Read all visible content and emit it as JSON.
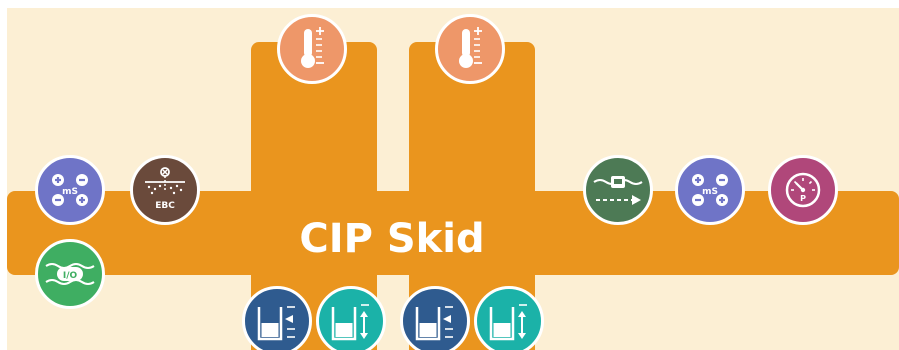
{
  "diagram": {
    "title": "CIP Skid",
    "conductivity_label_1": "mS",
    "conductivity_label_2": "mS",
    "turbidity_label": "EBC",
    "flow_switch_label": "I/O",
    "pressure_label": "P",
    "colors": {
      "background": "#fcefd4",
      "pipe": "#ea951e",
      "conductivity": "#6f74c7",
      "turbidity": "#6a4a3b",
      "flow_switch": "#3fae62",
      "temperature": "#ee9769",
      "flow_meter": "#4d7a55",
      "pressure": "#b0477a",
      "level_dark": "#2f5b8f",
      "level_teal": "#1bb2a8"
    },
    "icons": [
      "conductivity-icon",
      "turbidity-icon",
      "flow-switch-icon",
      "thermometer-icon",
      "flow-meter-icon",
      "pressure-gauge-icon",
      "level-radar-icon",
      "level-sensor-icon"
    ]
  }
}
